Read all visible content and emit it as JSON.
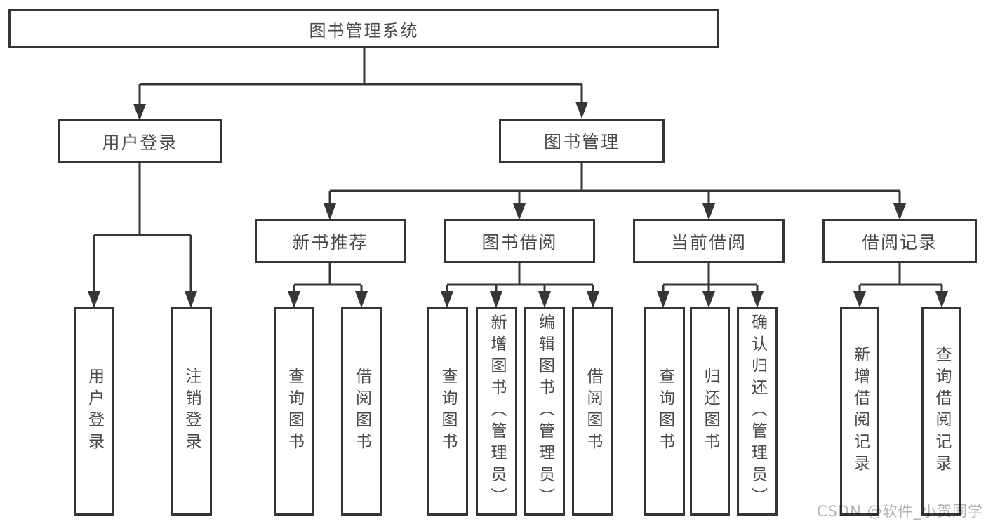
{
  "diagram": {
    "title": "图书管理系统",
    "level1": [
      {
        "label": "用户登录",
        "children": [
          {
            "label": "用户登录"
          },
          {
            "label": "注销登录"
          }
        ]
      },
      {
        "label": "图书管理",
        "children": [
          {
            "label": "新书推荐",
            "children": [
              {
                "label": "查询图书"
              },
              {
                "label": "借阅图书"
              }
            ]
          },
          {
            "label": "图书借阅",
            "children": [
              {
                "label": "查询图书"
              },
              {
                "label": "新增图书（管理员）"
              },
              {
                "label": "编辑图书（管理员）"
              },
              {
                "label": "借阅图书"
              }
            ]
          },
          {
            "label": "当前借阅",
            "children": [
              {
                "label": "查询图书"
              },
              {
                "label": "归还图书"
              },
              {
                "label": "确认归还（管理员）"
              }
            ]
          },
          {
            "label": "借阅记录",
            "children": [
              {
                "label": "新增借阅记录"
              },
              {
                "label": "查询借阅记录"
              }
            ]
          }
        ]
      }
    ]
  },
  "watermark": "CSDN @软件_小贺同学",
  "colors": {
    "line": "#363636",
    "text": "#4a4a4a",
    "watermark": "#b4b4b4",
    "background": "#ffffff"
  }
}
